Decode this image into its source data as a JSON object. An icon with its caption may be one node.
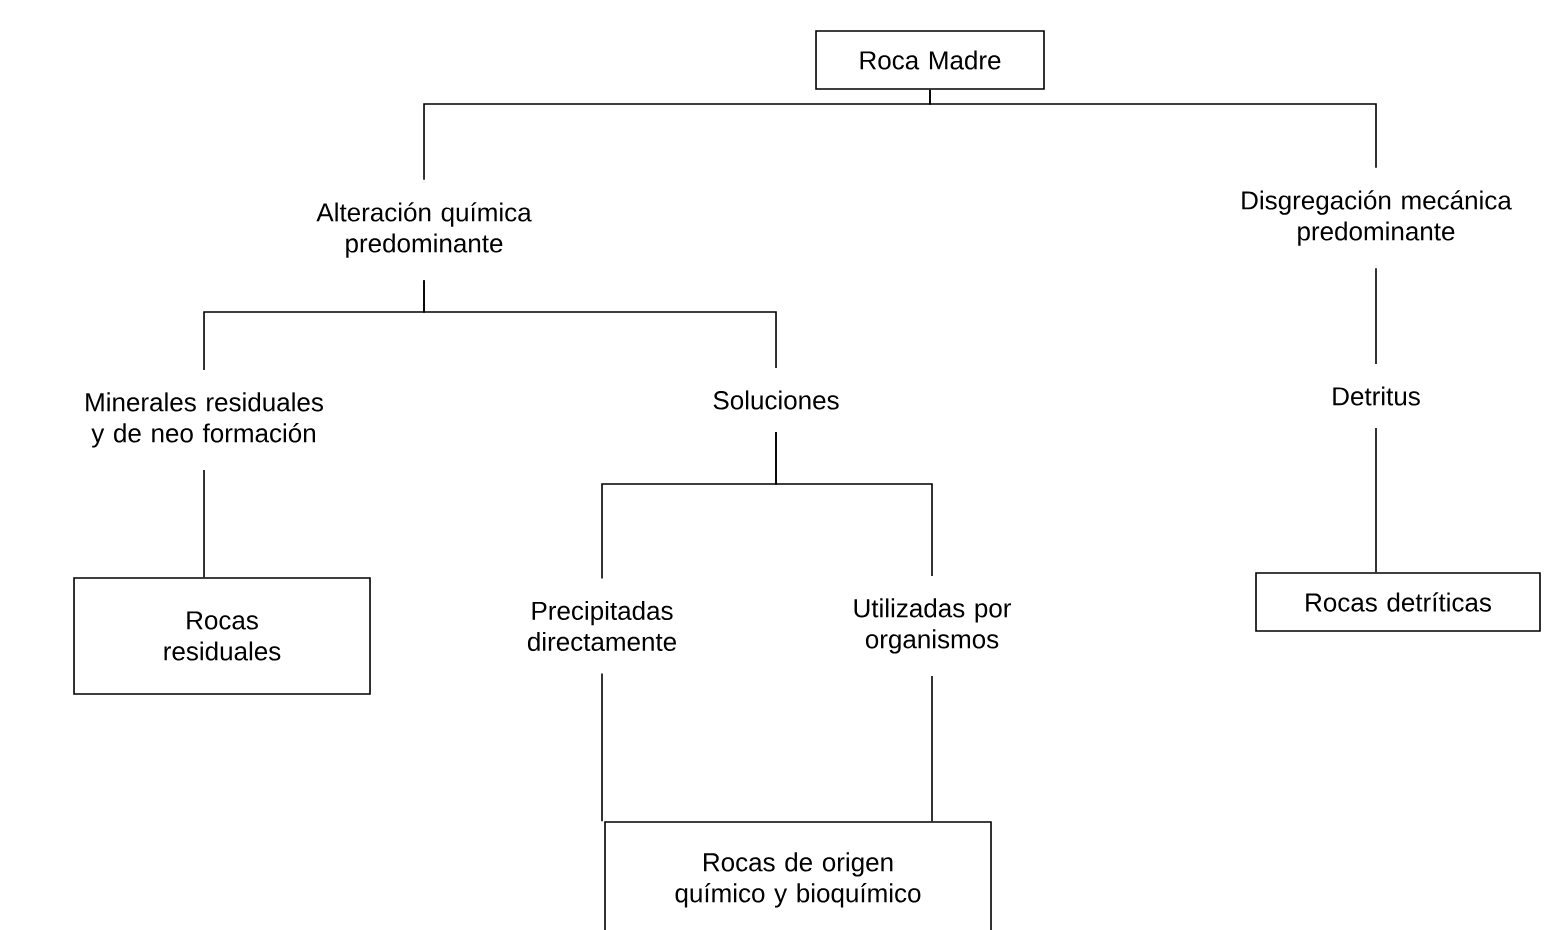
{
  "diagram": {
    "nodes": [
      {
        "text": [
          "Roca Madre"
        ]
      },
      {
        "text": [
          "Alteración química predominante"
        ]
      },
      {
        "text": [
          "Disgregación mecánica predominante"
        ]
      },
      {
        "text": [
          "Minerales residuales y de neo formación"
        ]
      },
      {
        "text": [
          "Soluciones"
        ]
      },
      {
        "text": [
          "Detritus"
        ]
      },
      {
        "text": [
          "Rocas residuales"
        ]
      },
      {
        "text": [
          "Precipitadas directamente"
        ]
      },
      {
        "text": [
          "Utilizadas por organismos"
        ]
      },
      {
        "text": [
          "Rocas detríticas"
        ]
      },
      {
        "text": [
          "Rocas de origen químico y bioquímico"
        ]
      }
    ],
    "edges": [
      {
        "from": 0,
        "to": 1,
        "arrow": "none"
      },
      {
        "from": 0,
        "to": 2,
        "arrow": "none"
      },
      {
        "from": 1,
        "to": 3,
        "arrow": "none"
      },
      {
        "from": 1,
        "to": 4,
        "arrow": "none"
      },
      {
        "from": 2,
        "to": 5,
        "arrow": "none"
      },
      {
        "from": 3,
        "to": 6,
        "arrow": "none"
      },
      {
        "from": 4,
        "to": 7,
        "arrow": "none"
      },
      {
        "from": 4,
        "to": 8,
        "arrow": "none"
      },
      {
        "from": 5,
        "to": 9,
        "arrow": "none"
      },
      {
        "from": 7,
        "to": 10,
        "arrow": "none"
      },
      {
        "from": 8,
        "to": 10,
        "arrow": "none"
      }
    ]
  }
}
